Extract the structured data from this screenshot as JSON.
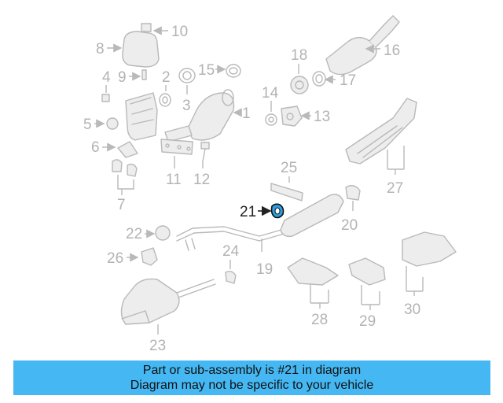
{
  "callouts": {
    "c1": "1",
    "c2": "2",
    "c3": "3",
    "c4": "4",
    "c5": "5",
    "c6": "6",
    "c7": "7",
    "c8": "8",
    "c9": "9",
    "c10": "10",
    "c11": "11",
    "c12": "12",
    "c13": "13",
    "c14": "14",
    "c15": "15",
    "c16": "16",
    "c17": "17",
    "c18": "18",
    "c19": "19",
    "c20": "20",
    "c21": "21",
    "c22": "22",
    "c23": "23",
    "c24": "24",
    "c25": "25",
    "c26": "26",
    "c27": "27",
    "c28": "28",
    "c29": "29",
    "c30": "30"
  },
  "highlight": {
    "part_number": "21",
    "color": "#2d9fe0"
  },
  "banner": {
    "line1": "Part or sub-assembly is #21 in diagram",
    "line2": "Diagram may not be specific to your vehicle",
    "background": "#45b8f3"
  }
}
